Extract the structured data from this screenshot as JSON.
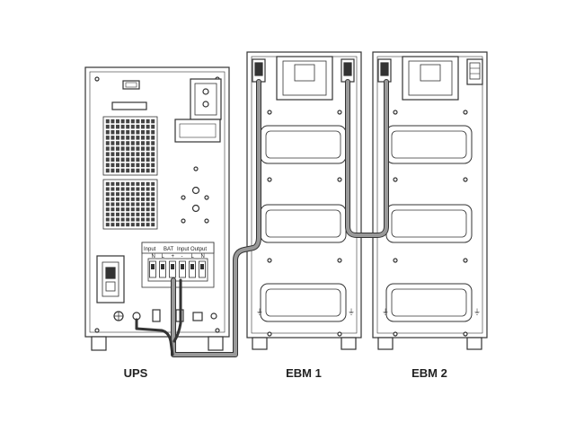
{
  "labels": {
    "ups": "UPS",
    "ebm1": "EBM 1",
    "ebm2": "EBM 2"
  },
  "terminals": {
    "groups": [
      "Input",
      "BAT",
      "Input",
      "Output"
    ],
    "pins": [
      "N",
      "L",
      "+",
      "-",
      "L",
      "N"
    ]
  },
  "colors": {
    "outline": "#333333",
    "fill": "#ffffff",
    "cable": "#888888",
    "grid": "#444444"
  }
}
